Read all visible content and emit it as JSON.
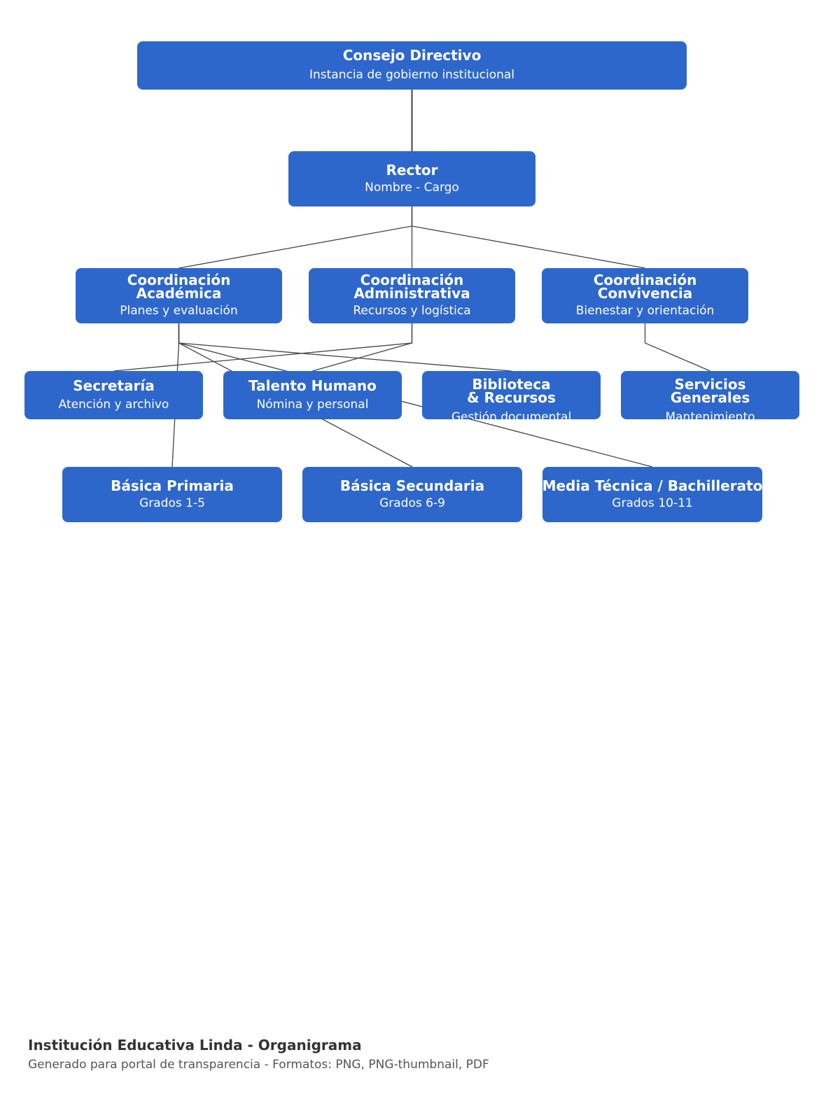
{
  "nodes": {
    "consejo": {
      "title": "Consejo Directivo",
      "subtitle": "Instancia de gobierno institucional"
    },
    "rector": {
      "title": "Rector",
      "subtitle": "Nombre - Cargo"
    },
    "coord_academica": {
      "title": "Coordinación\nAcadémica",
      "subtitle": "Planes y evaluación"
    },
    "coord_administrativa": {
      "title": "Coordinación\nAdministrativa",
      "subtitle": "Recursos y logística"
    },
    "coord_convivencia": {
      "title": "Coordinación\nConvivencia",
      "subtitle": "Bienestar y orientación"
    },
    "secretaria": {
      "title": "Secretaría",
      "subtitle": "Atención y archivo"
    },
    "talento_humano": {
      "title": "Talento Humano",
      "subtitle": "Nómina y personal"
    },
    "biblioteca": {
      "title": "Biblioteca\n& Recursos",
      "subtitle": "Gestión documental"
    },
    "servicios": {
      "title": "Servicios\nGenerales",
      "subtitle": "Mantenimiento"
    },
    "basica_primaria": {
      "title": "Básica Primaria",
      "subtitle": "Grados 1-5"
    },
    "basica_secundaria": {
      "title": "Básica Secundaria",
      "subtitle": "Grados 6-9"
    },
    "media_tecnica": {
      "title": "Media Técnica / Bachillerato",
      "subtitle": "Grados 10-11"
    }
  },
  "edges": [
    [
      "consejo",
      "rector"
    ],
    [
      "rector",
      "coord_academica"
    ],
    [
      "rector",
      "coord_administrativa"
    ],
    [
      "rector",
      "coord_convivencia"
    ],
    [
      "coord_administrativa",
      "secretaria"
    ],
    [
      "coord_administrativa",
      "talento_humano"
    ],
    [
      "coord_academica",
      "biblioteca"
    ],
    [
      "coord_convivencia",
      "servicios"
    ],
    [
      "coord_academica",
      "basica_primaria"
    ],
    [
      "coord_academica",
      "basica_secundaria"
    ],
    [
      "coord_academica",
      "media_tecnica"
    ]
  ],
  "footer": {
    "title": "Institución Educativa Linda - Organigrama",
    "subtitle": "Generado para portal de transparencia - Formatos: PNG, PNG-thumbnail, PDF"
  },
  "colors": {
    "node_fill": "#2e67cc",
    "node_text": "#ffffff",
    "connector": "#444444"
  }
}
